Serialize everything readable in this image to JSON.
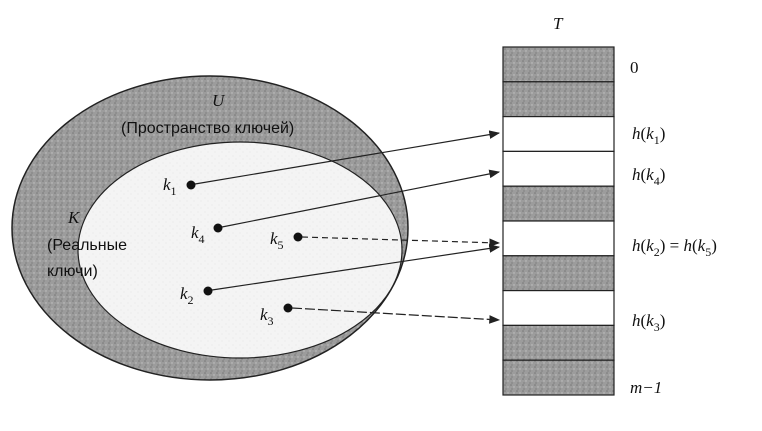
{
  "universe": {
    "symbol": "U",
    "caption": "(Пространство ключей)"
  },
  "actual_keys": {
    "symbol": "K",
    "caption_line1": "(Реальные",
    "caption_line2": "ключи)"
  },
  "table": {
    "symbol": "T",
    "first_index": "0",
    "last_index": "m−1",
    "slots": [
      "shaded",
      "shaded",
      "empty",
      "empty",
      "shaded",
      "empty",
      "shaded",
      "empty",
      "shaded",
      "shaded"
    ]
  },
  "keys": [
    {
      "base": "k",
      "sub": "1"
    },
    {
      "base": "k",
      "sub": "4"
    },
    {
      "base": "k",
      "sub": "5"
    },
    {
      "base": "k",
      "sub": "2"
    },
    {
      "base": "k",
      "sub": "3"
    }
  ],
  "slot_labels": [
    {
      "fn": "h",
      "open": "(",
      "base": "k",
      "sub": "1",
      "close": ")"
    },
    {
      "fn": "h",
      "open": "(",
      "base": "k",
      "sub": "4",
      "close": ")"
    },
    {
      "fn": "h",
      "open": "(",
      "base": "k",
      "sub": "2",
      "close": ")",
      "eq": " = ",
      "fn2": "h",
      "open2": "(",
      "base2": "k",
      "sub2": "5",
      "close2": ")"
    },
    {
      "fn": "h",
      "open": "(",
      "base": "k",
      "sub": "3",
      "close": ")"
    }
  ],
  "colors": {
    "shade": "#9a9a9a",
    "outer": "#a8a8a8",
    "stroke": "#222222"
  }
}
